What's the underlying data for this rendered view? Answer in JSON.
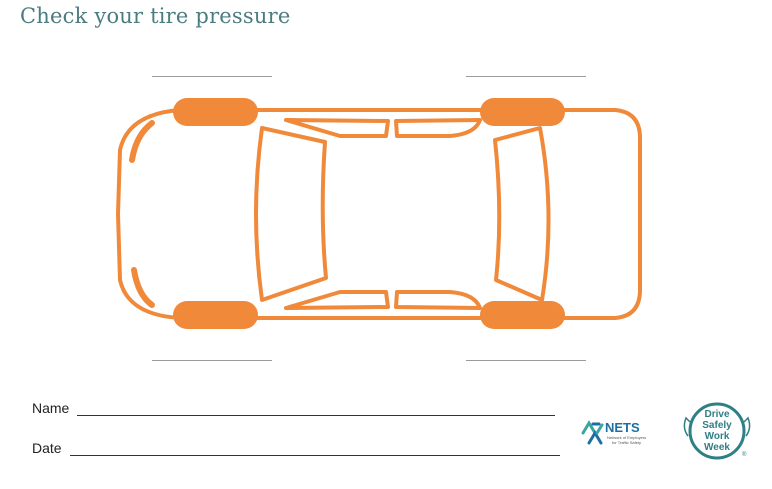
{
  "title": "Check your tire pressure",
  "form": {
    "name_label": "Name",
    "date_label": "Date"
  },
  "logos": {
    "nets_name": "NETS",
    "nets_tagline_1": "Network of Employers",
    "nets_tagline_2": "for Traffic Safety",
    "dsww_1": "Drive",
    "dsww_2": "Safely",
    "dsww_3": "Work",
    "dsww_4": "Week",
    "dsww_mark": "®"
  },
  "colors": {
    "car_orange": "#f0893a",
    "title_teal": "#4a7c80",
    "nets_blue": "#1d6fa3",
    "nets_teal": "#3aa6a0",
    "dsww_teal": "#2f7f86"
  }
}
